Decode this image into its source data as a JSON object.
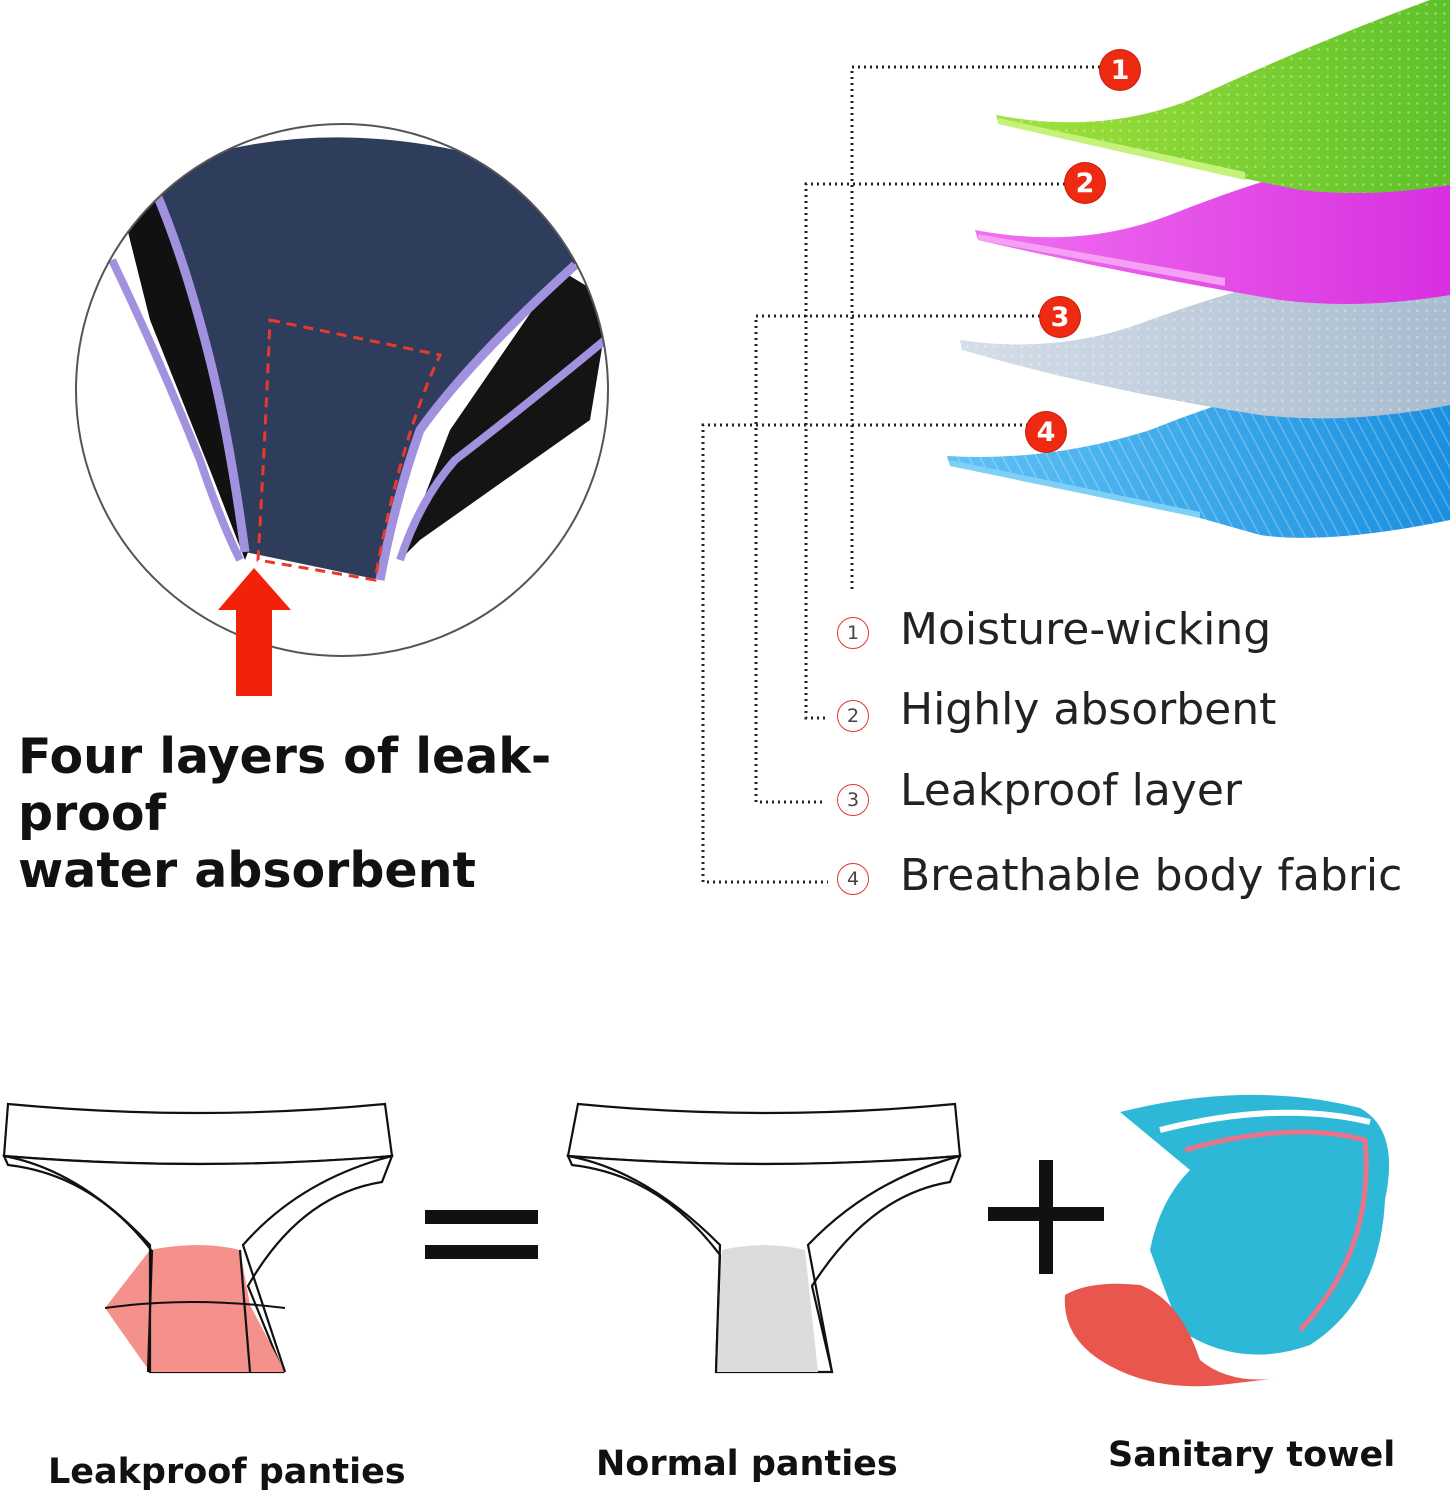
{
  "headline": {
    "line1": "Four layers of leak-proof",
    "line2": "water absorbent"
  },
  "layers": [
    {
      "number": "1",
      "label": "Moisture-wicking",
      "color": "#7ccf2c"
    },
    {
      "number": "2",
      "label": "Highly absorbent",
      "color": "#e23ce6"
    },
    {
      "number": "3",
      "label": "Leakproof layer",
      "color": "#b9c9d8"
    },
    {
      "number": "4",
      "label": "Breathable body fabric",
      "color": "#2d9ee6"
    }
  ],
  "comparison": {
    "equals_symbol": "=",
    "plus_symbol": "+",
    "items": [
      {
        "caption": "Leakproof panties",
        "color": "#f4918a"
      },
      {
        "caption": "Normal panties",
        "color": "#dcdcdc"
      },
      {
        "caption": "Sanitary towel",
        "color": "#2db8d8"
      }
    ]
  },
  "colors": {
    "badge_red": "#ee2a12",
    "arrow_red": "#f2210a",
    "fabric_navy": "#2f3d5c",
    "trim_lavender": "#a291de"
  }
}
